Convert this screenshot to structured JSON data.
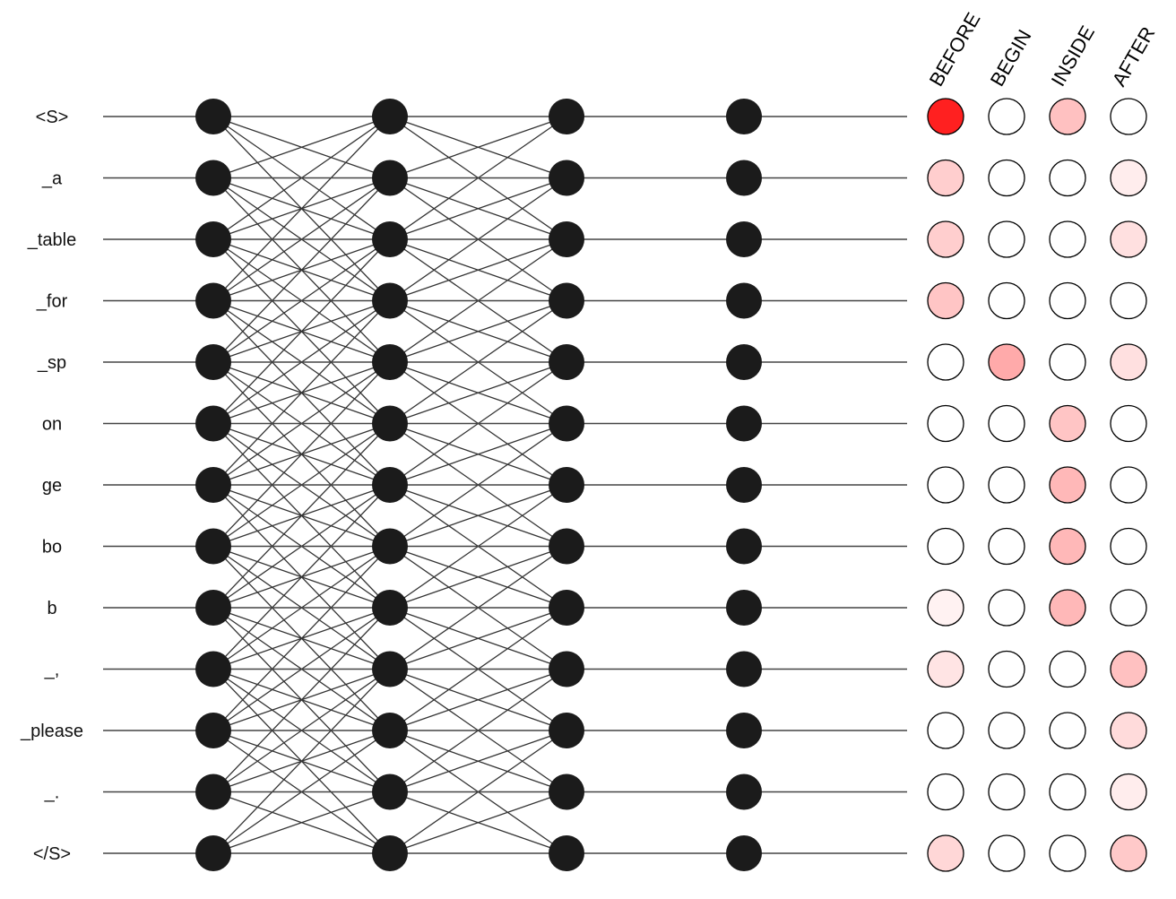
{
  "tokens": [
    "<S>",
    "_a",
    "_table",
    "_for",
    "_sp",
    "on",
    "ge",
    "bo",
    "b",
    "_,",
    "_please",
    "_.",
    "</S>"
  ],
  "tag_labels": [
    "BEFORE",
    "BEGIN",
    "INSIDE",
    "AFTER"
  ],
  "layer_connectivity": {
    "note_free": true,
    "layer_1_to_2_window": 3,
    "layer_2_to_3_window": 2,
    "layer_3_to_4_window": 0
  },
  "colors": {
    "node": "#1b1b1b",
    "score_max": "#ff2020",
    "score_min": "#ffffff"
  },
  "scores": [
    [
      1.0,
      0.0,
      0.28,
      0.0
    ],
    [
      0.22,
      0.0,
      0.0,
      0.08
    ],
    [
      0.22,
      0.0,
      0.0,
      0.14
    ],
    [
      0.26,
      0.0,
      0.0,
      0.0
    ],
    [
      0.0,
      0.38,
      0.0,
      0.14
    ],
    [
      0.0,
      0.0,
      0.26,
      0.0
    ],
    [
      0.0,
      0.0,
      0.32,
      0.0
    ],
    [
      0.0,
      0.0,
      0.32,
      0.0
    ],
    [
      0.06,
      0.0,
      0.32,
      0.0
    ],
    [
      0.12,
      0.0,
      0.0,
      0.28
    ],
    [
      0.0,
      0.0,
      0.0,
      0.16
    ],
    [
      0.0,
      0.0,
      0.0,
      0.08
    ],
    [
      0.18,
      0.0,
      0.0,
      0.24
    ]
  ]
}
